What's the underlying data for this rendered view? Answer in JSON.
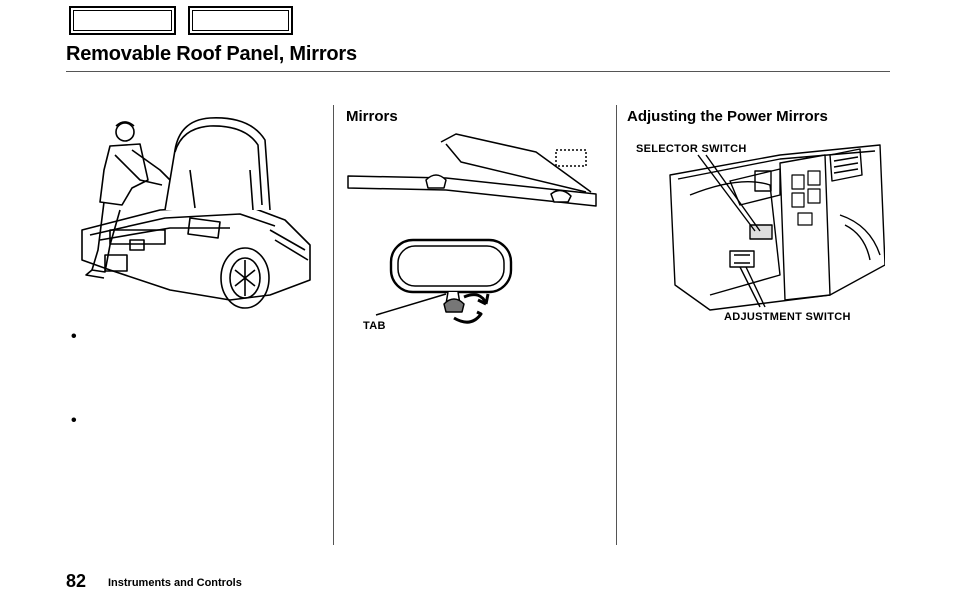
{
  "nav": {
    "prev_icon": "blank-nav-button",
    "next_icon": "blank-nav-button"
  },
  "page": {
    "title": "Removable Roof Panel, Mirrors",
    "number": "82",
    "section": "Instruments and Controls"
  },
  "left_column": {
    "illustration": "person-closing-rear-trunk-of-car",
    "bullets": [
      "•",
      "•"
    ]
  },
  "mirrors": {
    "title": "Mirrors",
    "illustration": "rearview-mirror-with-tab",
    "tab_label": "TAB"
  },
  "power_mirrors": {
    "title": "Adjusting the Power Mirrors",
    "illustration": "door-panel-mirror-switches",
    "selector_label": "SELECTOR SWITCH",
    "adjustment_label": "ADJUSTMENT SWITCH"
  }
}
